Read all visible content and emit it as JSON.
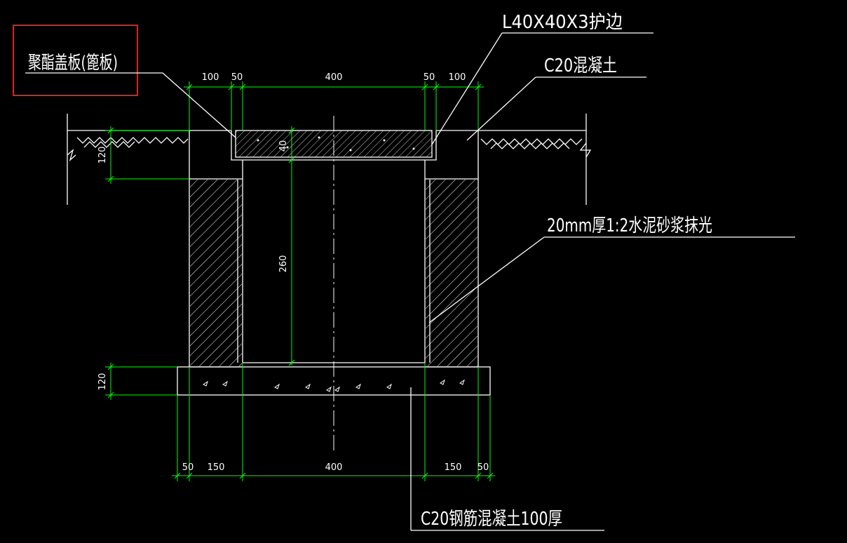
{
  "labels": {
    "cover_plate": "聚酯盖板(篦板)",
    "angle_edge": "L40X40X3护边",
    "concrete": "C20混凝土",
    "mortar": "20mm厚1:2水泥砂浆抹光",
    "base": "C20钢筋混凝土100厚"
  },
  "dimensions": {
    "top": [
      "100",
      "50",
      "400",
      "50",
      "100"
    ],
    "bottom": [
      "50",
      "150",
      "400",
      "150",
      "50"
    ],
    "left_top": "120",
    "left_bottom": "120",
    "cover_thickness": "40",
    "inner_depth": "260"
  },
  "colors": {
    "background": "#000000",
    "lines": "#ffffff",
    "dimensions": "#00ff00",
    "highlight": "#e02020"
  }
}
